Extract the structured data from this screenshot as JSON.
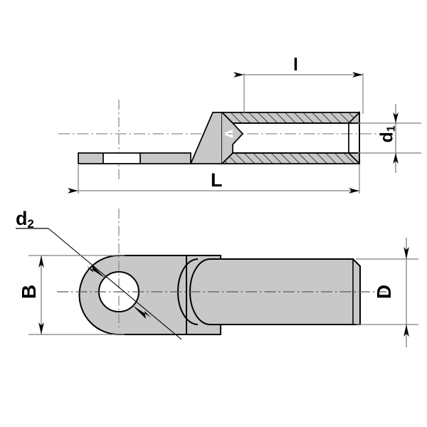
{
  "drawing": {
    "title": "Cable lug pin terminal technical drawing",
    "background_color": "#ffffff",
    "fill_color": "#c8c8c8",
    "outline_color": "#000000",
    "dimension_line_color": "#7f7f7f",
    "centerline_color": "#8c8c8c",
    "hatch_color": "#1a1a1a",
    "views": [
      {
        "name": "side-section-view",
        "description": "Longitudinal section through barrel and flat tongue"
      },
      {
        "name": "plan-view",
        "description": "Plan view showing palm with bolt hole and cylindrical barrel"
      }
    ]
  },
  "dimensions": {
    "l": {
      "label": "l",
      "name": "barrel-length",
      "view": "side-section-view",
      "orientation": "horizontal"
    },
    "L": {
      "label": "L",
      "name": "overall-length",
      "view": "side-section-view",
      "orientation": "horizontal"
    },
    "d1": {
      "label_main": "d",
      "label_sub": "1",
      "label": "d1",
      "name": "barrel-bore-diameter",
      "view": "side-section-view",
      "orientation": "vertical"
    },
    "d2": {
      "label_main": "d",
      "label_sub": "2",
      "label": "d2",
      "name": "bolt-hole-diameter",
      "view": "plan-view",
      "orientation": "leader"
    },
    "B": {
      "label": "B",
      "name": "palm-width",
      "view": "plan-view",
      "orientation": "vertical"
    },
    "D": {
      "label": "D",
      "name": "barrel-outside-diameter",
      "view": "plan-view",
      "orientation": "vertical"
    }
  }
}
